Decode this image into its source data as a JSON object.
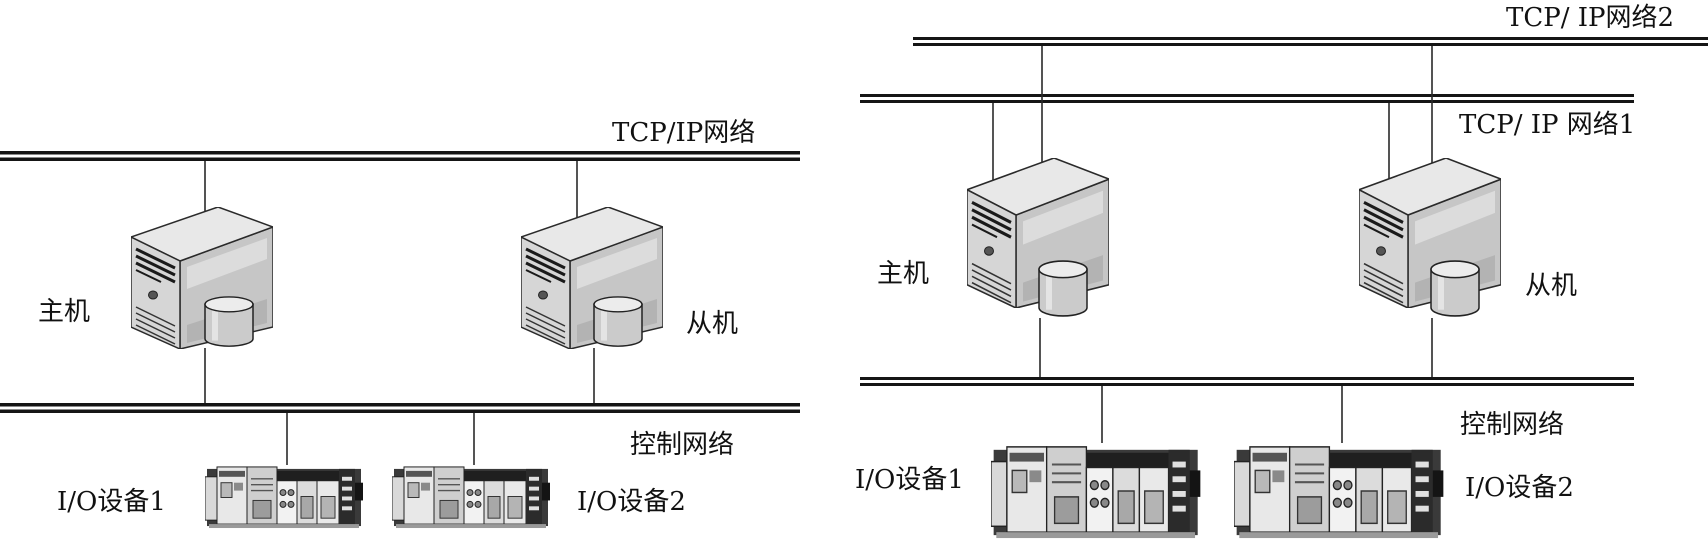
{
  "left": {
    "network_label": "TCP/IP网络",
    "master_label": "主机",
    "slave_label": "从机",
    "control_label": "控制网络",
    "io1_label": "I/O设备1",
    "io2_label": "I/O设备2"
  },
  "right": {
    "network2_label": "TCP/ IP网络2",
    "network1_label": "TCP/ IP 网络1",
    "master_label": "主机",
    "slave_label": "从机",
    "control_label": "控制网络",
    "io1_label": "I/O设备1",
    "io2_label": "I/O设备2"
  },
  "icons": {
    "server": "server-tower-icon",
    "disk": "database-cylinder-icon",
    "io_device": "plc-io-rack-icon"
  },
  "colors": {
    "line": "#2a2a2a",
    "bus": "#151515",
    "background": "#ffffff"
  }
}
